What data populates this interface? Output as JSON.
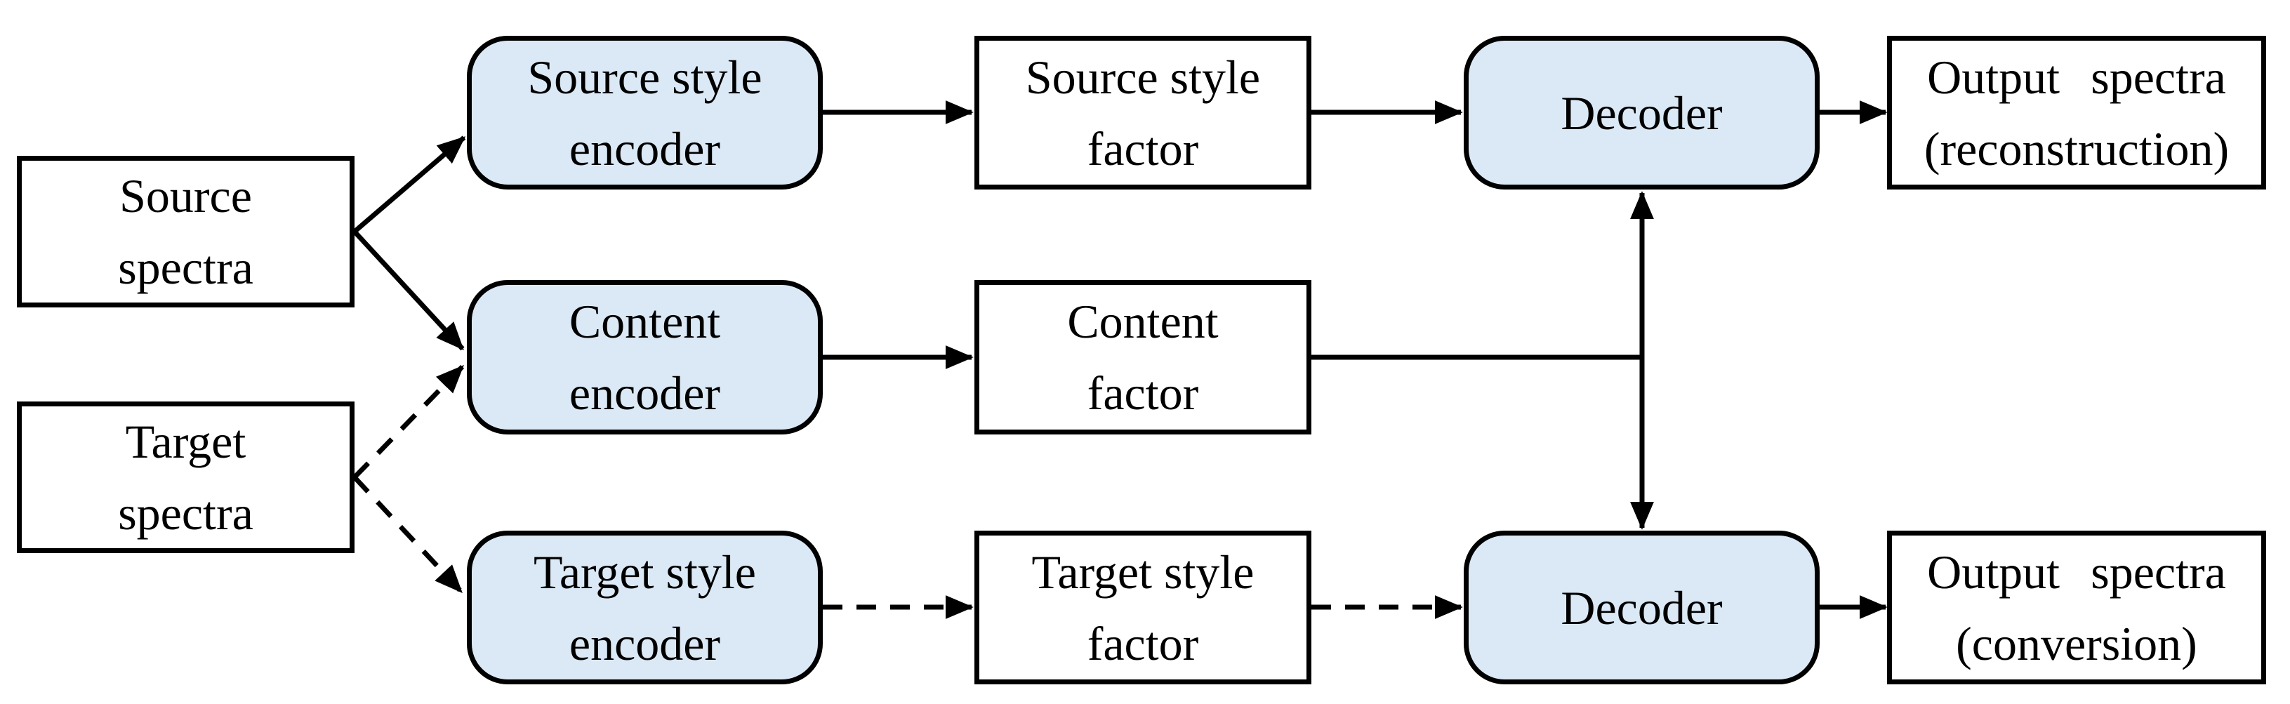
{
  "diagram": {
    "description": "Flow diagram of a spectra style-content factorization and voice conversion architecture",
    "colors": {
      "background": "#ffffff",
      "encoder_decoder_fill": "#dbe9f6",
      "plain_box_fill": "#ffffff",
      "border": "#000000",
      "text": "#000000",
      "arrow": "#000000"
    },
    "nodes": [
      {
        "id": "source-spectra",
        "label": "Source\nspectra",
        "shape": "rect",
        "fill": "white"
      },
      {
        "id": "target-spectra",
        "label": "Target\nspectra",
        "shape": "rect",
        "fill": "white"
      },
      {
        "id": "source-style-encoder",
        "label": "Source style\nencoder",
        "shape": "rounded",
        "fill": "blue"
      },
      {
        "id": "content-encoder",
        "label": "Content\nencoder",
        "shape": "rounded",
        "fill": "blue"
      },
      {
        "id": "target-style-encoder",
        "label": "Target style\nencoder",
        "shape": "rounded",
        "fill": "blue"
      },
      {
        "id": "source-style-factor",
        "label": "Source style\nfactor",
        "shape": "rect",
        "fill": "white"
      },
      {
        "id": "content-factor",
        "label": "Content\nfactor",
        "shape": "rect",
        "fill": "white"
      },
      {
        "id": "target-style-factor",
        "label": "Target style\nfactor",
        "shape": "rect",
        "fill": "white"
      },
      {
        "id": "decoder-top",
        "label": "Decoder",
        "shape": "rounded",
        "fill": "blue"
      },
      {
        "id": "decoder-bottom",
        "label": "Decoder",
        "shape": "rounded",
        "fill": "blue"
      },
      {
        "id": "output-reconstruction",
        "label": "Output spectra\n(reconstruction)",
        "shape": "rect",
        "fill": "white"
      },
      {
        "id": "output-conversion",
        "label": "Output spectra\n(conversion)",
        "shape": "rect",
        "fill": "white"
      }
    ],
    "edges": [
      {
        "from": "source-spectra",
        "to": "source-style-encoder",
        "style": "solid",
        "arrow": "end"
      },
      {
        "from": "source-spectra",
        "to": "content-encoder",
        "style": "solid",
        "arrow": "end"
      },
      {
        "from": "target-spectra",
        "to": "content-encoder",
        "style": "dashed",
        "arrow": "end"
      },
      {
        "from": "target-spectra",
        "to": "target-style-encoder",
        "style": "dashed",
        "arrow": "end"
      },
      {
        "from": "source-style-encoder",
        "to": "source-style-factor",
        "style": "solid",
        "arrow": "end"
      },
      {
        "from": "source-style-factor",
        "to": "decoder-top",
        "style": "solid",
        "arrow": "end"
      },
      {
        "from": "content-encoder",
        "to": "content-factor",
        "style": "solid",
        "arrow": "end"
      },
      {
        "from": "content-factor",
        "to": "decoder-junction",
        "style": "solid",
        "arrow": "none"
      },
      {
        "from": "decoder-top",
        "to": "decoder-bottom",
        "style": "solid",
        "arrow": "both"
      },
      {
        "from": "target-style-encoder",
        "to": "target-style-factor",
        "style": "dashed",
        "arrow": "end"
      },
      {
        "from": "target-style-factor",
        "to": "decoder-bottom",
        "style": "dashed",
        "arrow": "end"
      },
      {
        "from": "decoder-top",
        "to": "output-reconstruction",
        "style": "solid",
        "arrow": "end"
      },
      {
        "from": "decoder-bottom",
        "to": "output-conversion",
        "style": "solid",
        "arrow": "end"
      }
    ]
  }
}
